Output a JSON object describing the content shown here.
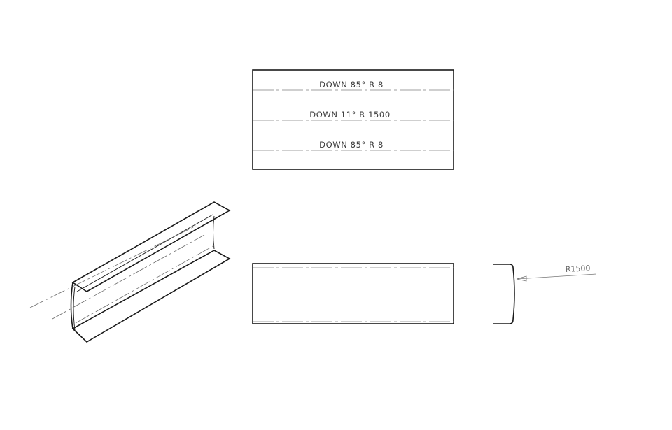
{
  "flat_pattern": {
    "bend_notes": [
      "DOWN  85°  R 8",
      "DOWN  11°  R 1500",
      "DOWN  85°  R 8"
    ]
  },
  "side_view": {
    "radius_label": "R1500"
  }
}
